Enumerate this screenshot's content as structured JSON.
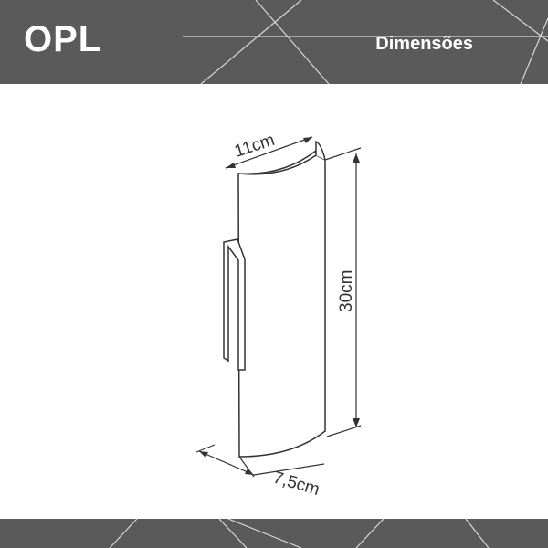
{
  "header": {
    "logo_text": "OPL",
    "title": "Dimensões"
  },
  "dimensions": {
    "width_label": "11cm",
    "height_label": "30cm",
    "depth_label": "7,5cm"
  },
  "colors": {
    "band": "#5a5a5a",
    "band_lines": "#ffffff",
    "drawing_stroke": "#333333"
  }
}
